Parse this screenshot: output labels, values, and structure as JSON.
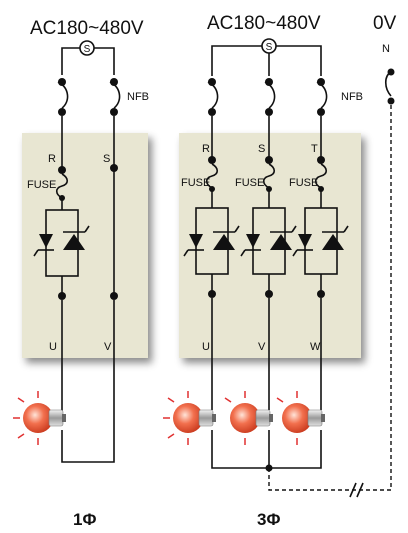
{
  "supply": {
    "single_phase": "AC180~480V",
    "three_phase": "AC180~480V",
    "neutral": "0V",
    "neutral_letter": "N",
    "switch_symbol": "S"
  },
  "single_phase": {
    "nfb_label": "NFB",
    "input_labels": [
      "R",
      "S"
    ],
    "fuse_label": "FUSE",
    "output_labels": [
      "U",
      "V"
    ],
    "caption": "1Φ"
  },
  "three_phase": {
    "nfb_label": "NFB",
    "input_labels": [
      "R",
      "S",
      "T"
    ],
    "fuse_labels": [
      "FUSE",
      "FUSE",
      "FUSE"
    ],
    "output_labels": [
      "U",
      "V",
      "W"
    ],
    "caption": "3Φ"
  },
  "colors": {
    "panel": "#e8e6d2",
    "wire": "#111111",
    "lamp_glow": "#e84a2a",
    "lamp_ray": "#e03030"
  }
}
